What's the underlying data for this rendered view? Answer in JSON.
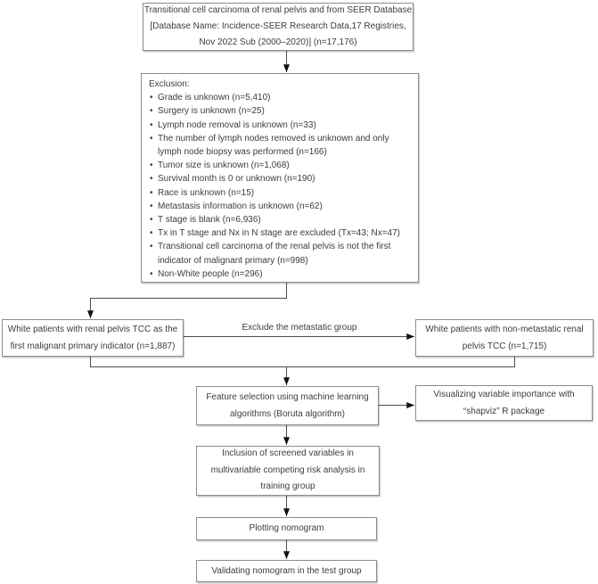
{
  "figure": {
    "top_box": {
      "lines": [
        "Transitional cell carcinoma of renal pelvis and from SEER Database",
        "[Database Name: Incidence-SEER Research Data,17 Registries,",
        "Nov 2022 Sub (2000–2020)] (n=17,176)"
      ]
    },
    "exclusion_box": {
      "title": "Exclusion:",
      "items": [
        "Grade is unknown (n=5,410)",
        "Surgery is unknown (n=25)",
        "Lymph node removal is unknown (n=33)",
        "The number of lymph nodes removed is unknown and only lymph node biopsy was performed (n=166)",
        "Tumor size is unknown (n=1,068)",
        "Survival month is 0 or unknown (n=190)",
        "Race is unknown (n=15)",
        "Metastasis information is unknown (n=62)",
        "T stage is blank (n=6,936)",
        "Tx in T stage and Nx in N stage are excluded (Tx=43; Nx=47)",
        "Transitional cell carcinoma of the renal pelvis is not the first indicator of malignant primary (n=998)",
        "Non-White people (n=296)"
      ]
    },
    "left_box": {
      "lines": [
        "White patients with renal pelvis TCC as the",
        "first malignant primary indicator (n=1,887)"
      ]
    },
    "edge_label": "Exclude the metastatic group",
    "right_box": {
      "lines": [
        "White patients with non-metastatic renal",
        "pelvis TCC (n=1,715)"
      ]
    },
    "feature_box": {
      "lines": [
        "Feature selection using machine learning",
        "algorithms (Boruta algorithm)"
      ]
    },
    "viz_box": {
      "lines": [
        "Visualizing variable importance with",
        "“shapviz” R package"
      ]
    },
    "inclusion_box": {
      "lines": [
        "Inclusion of screened variables in",
        "multivariable competing risk analysis in",
        "training group"
      ]
    },
    "plotting_box": {
      "label": "Plotting nomogram"
    },
    "validating_box": {
      "label": "Validating nomogram in the test group"
    }
  },
  "colors": {
    "border_color": "#8c8c8c",
    "text_color": "#3d3d3d",
    "line_color": "#4d4d4d",
    "arrowhead_color": "#111111",
    "background": "#ffffff"
  }
}
